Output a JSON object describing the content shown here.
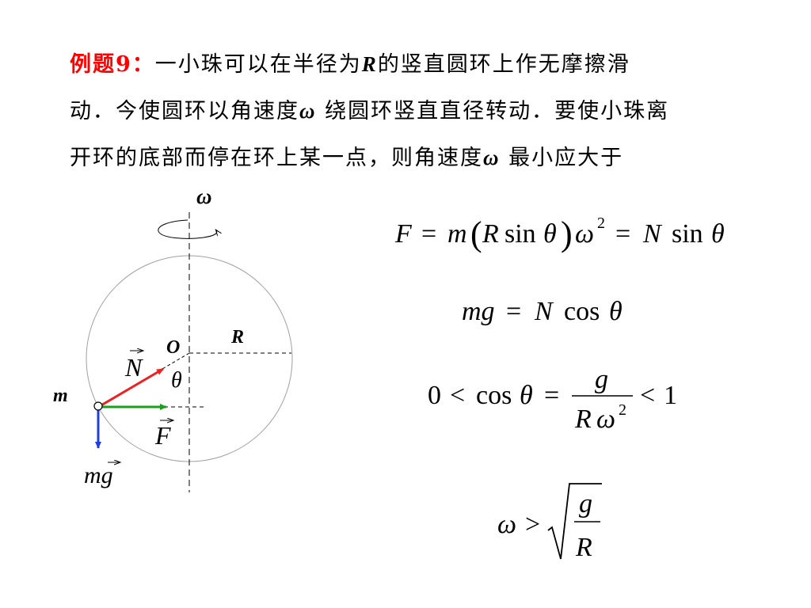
{
  "problem": {
    "label": "例题9：",
    "lines": [
      [
        "一小珠可以在半径为",
        "R",
        "的竖直圆环上作无摩擦滑"
      ],
      [
        "动．今使圆环以角速度",
        "ω",
        " 绕圆环竖直直径转动．要使小珠离"
      ],
      [
        "开环的底部而停在环上某一点，则角速度",
        "ω",
        " 最小应大于"
      ]
    ]
  },
  "diagram": {
    "omega_label": "ω",
    "center_label": "O",
    "radius_label": "R",
    "mass_label": "m",
    "normal_label": "N",
    "angle_label": "θ",
    "force_label": "F",
    "weight_label": "mg",
    "colors": {
      "normal": "#ee2020",
      "force": "#1aa01a",
      "weight": "#1f3fd8",
      "circle": "#a0a0a0"
    }
  },
  "equations": {
    "eq1": {
      "F": "F",
      "eq": "=",
      "m": "m",
      "R": "R",
      "sin": "sin",
      "theta": "θ",
      "omega": "ω",
      "sq": "2",
      "N": "N"
    },
    "eq2": {
      "mg": "mg",
      "eq": "=",
      "N": "N",
      "cos": "cos",
      "theta": "θ"
    },
    "eq3": {
      "zero": "0",
      "lt": "<",
      "cos": "cos",
      "theta": "θ",
      "eq": "=",
      "g": "g",
      "R": "R",
      "omega": "ω",
      "sq": "2",
      "one": "1"
    },
    "eq4": {
      "omega": "ω",
      "gt": ">",
      "g": "g",
      "R": "R"
    }
  }
}
